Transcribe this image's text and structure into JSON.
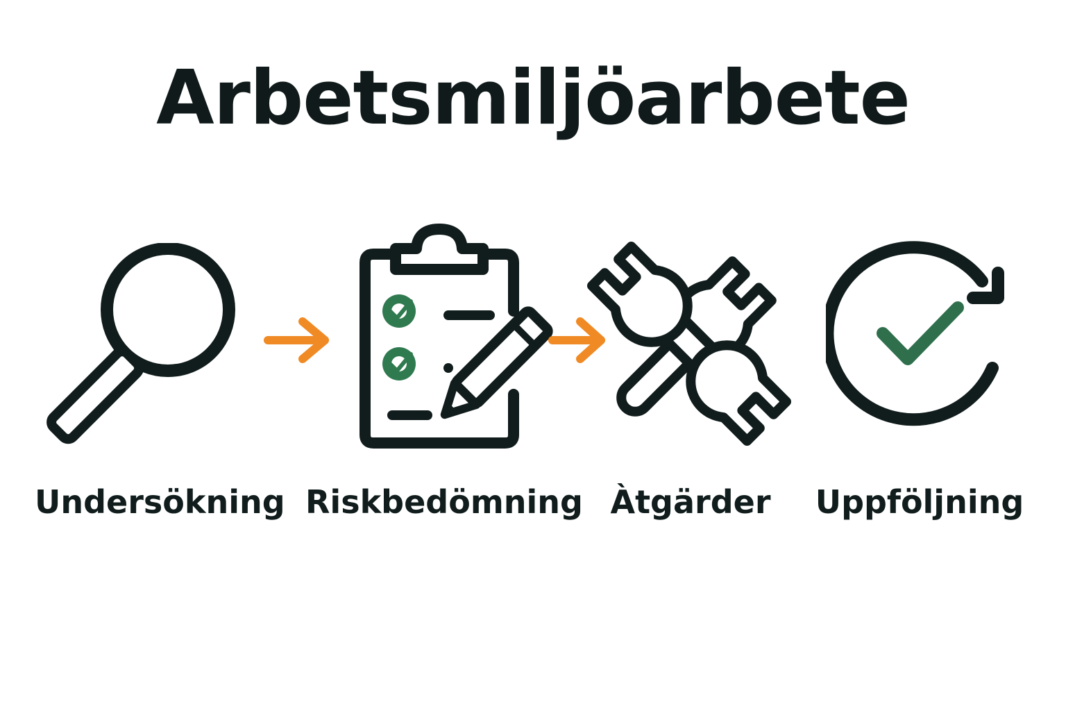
{
  "title": "Arbetsmiljöarbete",
  "colors": {
    "ink": "#111c1c",
    "arrow": "#f08a24",
    "check": "#2f7a4f"
  },
  "steps": [
    {
      "label": "Undersökning",
      "icon": "magnifying-glass-icon"
    },
    {
      "label": "Riskbedömning",
      "icon": "clipboard-checklist-pencil-icon"
    },
    {
      "label": "Àtgärder",
      "icon": "crossed-wrenches-icon"
    },
    {
      "label": "Uppföljning",
      "icon": "circular-arrow-check-icon"
    }
  ],
  "connectors": [
    {
      "from": "Undersökning",
      "to": "Riskbedömning",
      "icon": "arrow-right-icon"
    },
    {
      "from": "Riskbedömning",
      "to": "Àtgärder",
      "icon": "arrow-right-icon"
    }
  ]
}
